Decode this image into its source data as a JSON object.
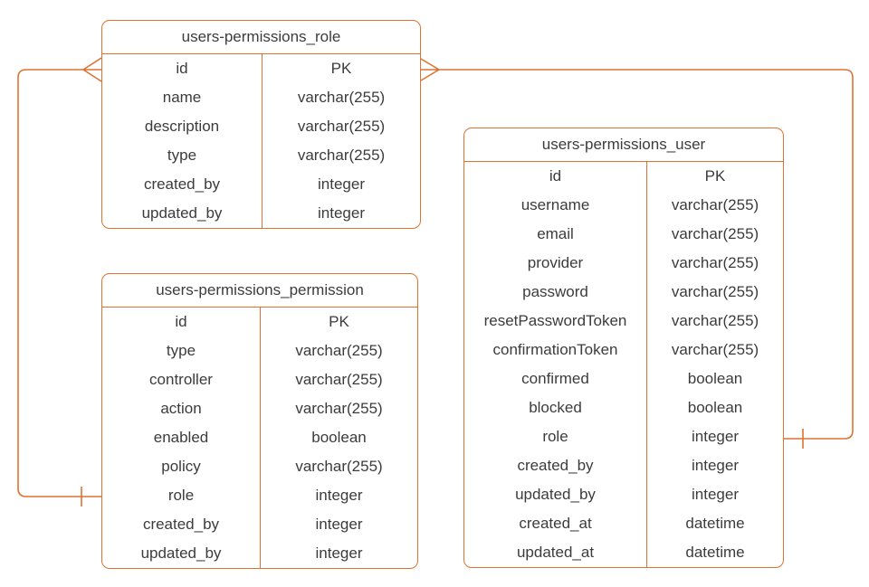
{
  "diagram": {
    "accent_color": "#dd7232",
    "text_color": "#3c3c3c",
    "tables": [
      {
        "name": "users-permissions_role",
        "fields": [
          {
            "field": "id",
            "type": "PK"
          },
          {
            "field": "name",
            "type": "varchar(255)"
          },
          {
            "field": "description",
            "type": "varchar(255)"
          },
          {
            "field": "type",
            "type": "varchar(255)"
          },
          {
            "field": "created_by",
            "type": "integer"
          },
          {
            "field": "updated_by",
            "type": "integer"
          }
        ]
      },
      {
        "name": "users-permissions_permission",
        "fields": [
          {
            "field": "id",
            "type": "PK"
          },
          {
            "field": "type",
            "type": "varchar(255)"
          },
          {
            "field": "controller",
            "type": "varchar(255)"
          },
          {
            "field": "action",
            "type": "varchar(255)"
          },
          {
            "field": "enabled",
            "type": "boolean"
          },
          {
            "field": "policy",
            "type": "varchar(255)"
          },
          {
            "field": "role",
            "type": "integer"
          },
          {
            "field": "created_by",
            "type": "integer"
          },
          {
            "field": "updated_by",
            "type": "integer"
          }
        ]
      },
      {
        "name": "users-permissions_user",
        "fields": [
          {
            "field": "id",
            "type": "PK"
          },
          {
            "field": "username",
            "type": "varchar(255)"
          },
          {
            "field": "email",
            "type": "varchar(255)"
          },
          {
            "field": "provider",
            "type": "varchar(255)"
          },
          {
            "field": "password",
            "type": "varchar(255)"
          },
          {
            "field": "resetPasswordToken",
            "type": "varchar(255)"
          },
          {
            "field": "confirmationToken",
            "type": "varchar(255)"
          },
          {
            "field": "confirmed",
            "type": "boolean"
          },
          {
            "field": "blocked",
            "type": "boolean"
          },
          {
            "field": "role",
            "type": "integer"
          },
          {
            "field": "created_by",
            "type": "integer"
          },
          {
            "field": "updated_by",
            "type": "integer"
          },
          {
            "field": "created_at",
            "type": "datetime"
          },
          {
            "field": "updated_at",
            "type": "datetime"
          }
        ]
      }
    ],
    "relations": [
      {
        "from": "users-permissions_role.id",
        "to": "users-permissions_permission.role",
        "from_marker": "crow-foot-many",
        "to_marker": "one-tick"
      },
      {
        "from": "users-permissions_role.id",
        "to": "users-permissions_user.role",
        "from_marker": "crow-foot-many",
        "to_marker": "one-tick"
      }
    ]
  }
}
